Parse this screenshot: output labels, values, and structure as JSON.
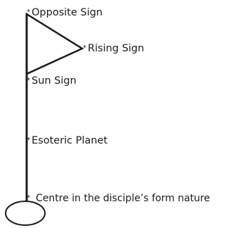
{
  "diagram": {
    "marker": "*",
    "labels": {
      "opposite_sign": "Opposite Sign",
      "rising_sign": "Rising Sign",
      "sun_sign": "Sun Sign",
      "esoteric_planet": "Esoteric Planet",
      "centre": "Centre in the disciple’s form nature"
    }
  }
}
